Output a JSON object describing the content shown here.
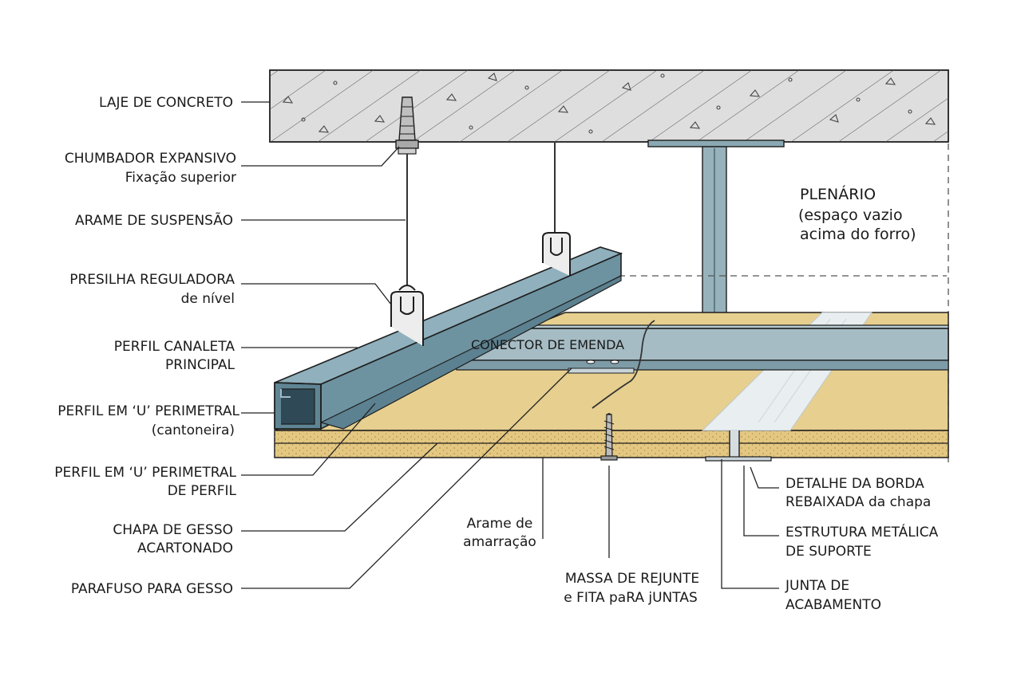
{
  "labels": {
    "laje": "LAJE DE CONCRETO",
    "chumbador_1": "CHUMBADOR EXPANSIVO",
    "chumbador_2": "Fixação superior",
    "arame_suspensao": "ARAME DE SUSPENSÃO",
    "presilha_1": "PRESILHA REGULADORA",
    "presilha_2": "de nível",
    "canaleta_1": "PERFIL CANALETA",
    "canaleta_2": "PRINCIPAL",
    "perimetral_1": "PERFIL EM ‘U’ PERIMETRAL",
    "perimetral_2": "(cantoneira)",
    "perimetral_perfil_1": "PERFIL EM ‘U’ PERIMETRAL",
    "perimetral_perfil_2": "DE PERFIL",
    "chapa_1": "CHAPA DE GESSO",
    "chapa_2": "ACARTONADO",
    "parafuso": "PARAFUSO PARA GESSO",
    "conector": "CONECTOR DE EMENDA",
    "plenario_1": "PLENÁRIO",
    "plenario_2": "(espaço vazio",
    "plenario_3": "acima do forro)",
    "arame_amarracao_1": "Arame de",
    "arame_amarracao_2": "amarração",
    "massa_1": "MASSA DE REJUNTE",
    "massa_2": "e FITA paRA jUNTAS",
    "borda_1": "DETALHE DA BORDA",
    "borda_2": "REBAIXADA da chapa",
    "estrutura_1": "ESTRUTURA METÁLICA",
    "estrutura_2": "DE SUPORTE",
    "junta_1": "JUNTA DE",
    "junta_2": "ACABAMENTO"
  },
  "colors": {
    "concrete": "#dcdcdc",
    "steel": "#6f95a2",
    "steel_light": "#9fb8c1",
    "gypsum_top": "#e6cf8f",
    "gypsum_edge": "#e2c37e",
    "tape": "#e8eef0"
  }
}
